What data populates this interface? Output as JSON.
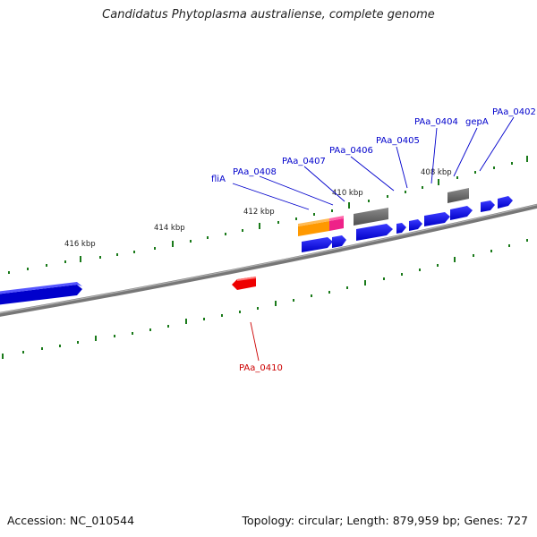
{
  "header": {
    "title": "Candidatus Phytoplasma australiense, complete genome"
  },
  "footer": {
    "accession": "Accession: NC_010544",
    "summary": "Topology: circular; Length: 879,959 bp; Genes: 727"
  },
  "scale_labels": [
    "416 kbp",
    "414 kbp",
    "412 kbp",
    "410 kbp",
    "408 kbp"
  ],
  "gene_labels": [
    "fliA",
    "PAa_0408",
    "PAa_0407",
    "PAa_0406",
    "PAa_0405",
    "PAa_0404",
    "gepA",
    "PAa_0402",
    "PAa_0410"
  ],
  "colors": {
    "backbone": "#7a7a7a",
    "cds_blue": "#1010ee",
    "cds_orange": "#ff9900",
    "cds_pink": "#ee2288",
    "cds_gray": "#666666",
    "cds_red": "#ee0000",
    "tick_green": "#1a7a1a",
    "label_blue": "#0000cc",
    "label_red": "#cc0000"
  }
}
